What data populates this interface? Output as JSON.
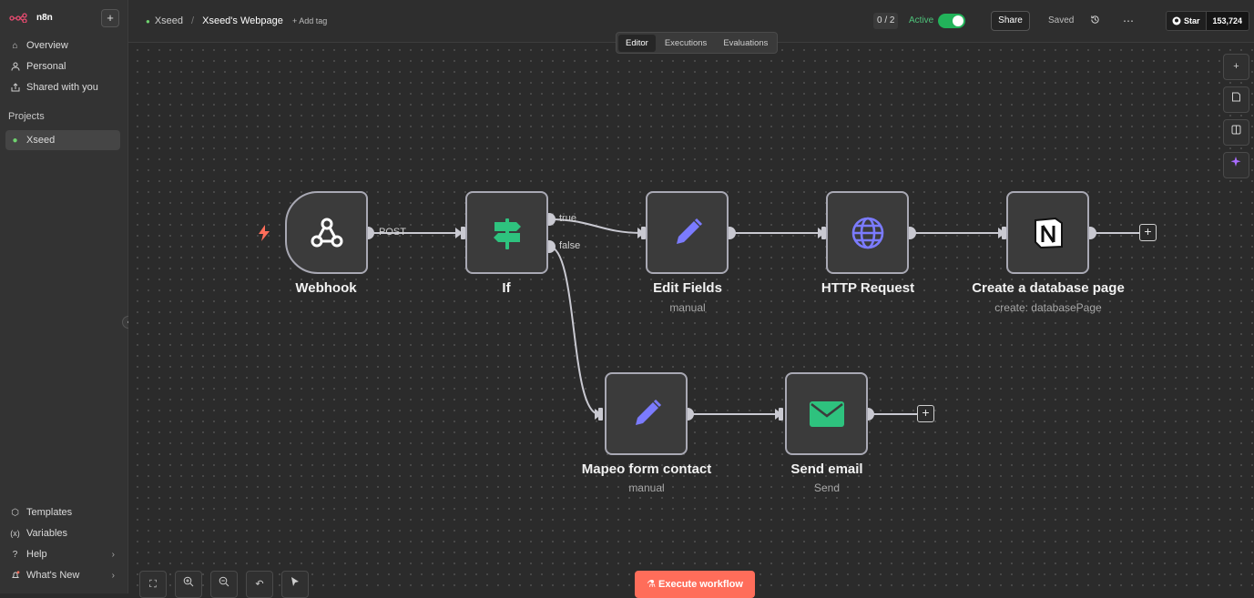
{
  "app": {
    "logo_text": "n8n",
    "new_label": "+"
  },
  "sidebar": {
    "items": [
      {
        "label": "Overview",
        "icon": "home-icon"
      },
      {
        "label": "Personal",
        "icon": "user-icon"
      },
      {
        "label": "Shared with you",
        "icon": "share-icon"
      }
    ],
    "projects_label": "Projects",
    "projects": [
      {
        "label": "Xseed",
        "icon": "alien-icon"
      }
    ],
    "bottom_items": [
      {
        "label": "Templates",
        "icon": "box-icon"
      },
      {
        "label": "Variables",
        "icon": "variables-icon"
      },
      {
        "label": "Help",
        "icon": "help-icon"
      },
      {
        "label": "What's New",
        "icon": "bell-icon"
      }
    ]
  },
  "header": {
    "project": "Xseed",
    "separator": "/",
    "workflow_name": "Xseed's Webpage",
    "add_tag": "+ Add tag",
    "counter": "0 / 2",
    "active_label": "Active",
    "share_label": "Share",
    "saved_label": "Saved",
    "github_star": "Star",
    "github_count": "153,724"
  },
  "tabs": [
    {
      "label": "Editor",
      "selected": true
    },
    {
      "label": "Executions",
      "selected": false
    },
    {
      "label": "Evaluations",
      "selected": false
    }
  ],
  "nodes": {
    "webhook": {
      "title": "Webhook",
      "icon": "webhook-icon"
    },
    "if": {
      "title": "If",
      "icon": "signpost-icon"
    },
    "edit_fields": {
      "title": "Edit Fields",
      "subtitle": "manual",
      "icon": "pencil-icon"
    },
    "http_request": {
      "title": "HTTP Request",
      "icon": "globe-icon"
    },
    "notion": {
      "title": "Create a database page",
      "subtitle": "create: databasePage",
      "icon": "notion-icon"
    },
    "mapeo": {
      "title": "Mapeo form contact",
      "subtitle": "manual",
      "icon": "pencil-icon"
    },
    "send_email": {
      "title": "Send email",
      "subtitle": "Send",
      "icon": "envelope-icon"
    }
  },
  "connections": {
    "post_label": "POST",
    "true_label": "true",
    "false_label": "false"
  },
  "footer": {
    "execute_label": "Execute workflow"
  },
  "colors": {
    "accent": "#ff6d5a",
    "active_green": "#22b35a",
    "icon_purple": "#7b7bff",
    "icon_green": "#2ec27e"
  }
}
